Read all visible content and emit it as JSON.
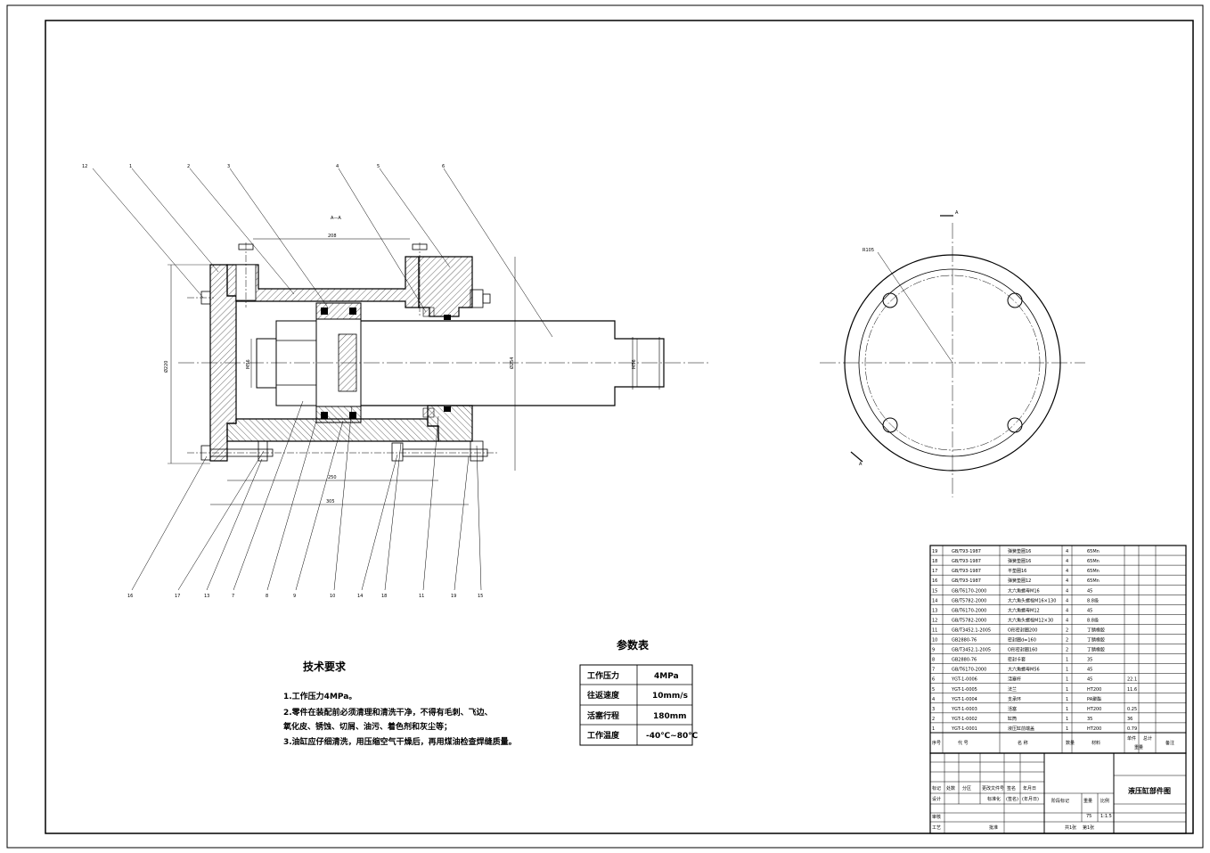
{
  "section_label": "A—A",
  "section_marker": "A",
  "dims": {
    "d208": "208",
    "d250": "250",
    "d305": "305",
    "d220": "Ø220",
    "d254": "Ø254",
    "m56": "M56",
    "m56b": "M56",
    "r105": "R105"
  },
  "balloons": [
    "12",
    "1",
    "2",
    "3",
    "4",
    "5",
    "6",
    "16",
    "17",
    "13",
    "7",
    "8",
    "9",
    "10",
    "14",
    "18",
    "11",
    "19",
    "15"
  ],
  "tech_requirements": {
    "title": "技术要求",
    "lines": [
      "1.工作压力4MPa。",
      "2.零件在装配前必须清理和清洗干净，不得有毛刺、飞边、",
      "   氧化皮、锈蚀、切屑、油污、着色剂和灰尘等；",
      "3.油缸应仔细清洗，用压缩空气干燥后，再用煤油检查焊缝质量。"
    ]
  },
  "param_table": {
    "title": "参数表",
    "rows": [
      [
        "工作压力",
        "4MPa"
      ],
      [
        "往返速度",
        "10mm/s"
      ],
      [
        "活塞行程",
        "180mm"
      ],
      [
        "工作温度",
        "-40℃~80℃"
      ]
    ]
  },
  "bom": {
    "rows": [
      [
        "19",
        "GB/T93-1987",
        "弹簧垫圈16",
        "4",
        "65Mn",
        "",
        ""
      ],
      [
        "18",
        "GB/T93-1987",
        "弹簧垫圈16",
        "4",
        "65Mn",
        "",
        ""
      ],
      [
        "17",
        "GB/T93-1987",
        "平垫圈16",
        "4",
        "65Mn",
        "",
        ""
      ],
      [
        "16",
        "GB/T93-1987",
        "弹簧垫圈12",
        "4",
        "65Mn",
        "",
        ""
      ],
      [
        "15",
        "GB/T6170-2000",
        "大六角螺母M16",
        "4",
        "45",
        "",
        ""
      ],
      [
        "14",
        "GB/T5782-2000",
        "大六角头螺栓M16×130",
        "4",
        "8.8级",
        "",
        ""
      ],
      [
        "13",
        "GB/T6170-2000",
        "大六角螺母M12",
        "4",
        "45",
        "",
        ""
      ],
      [
        "12",
        "GB/T5782-2000",
        "大六角头螺栓M12×30",
        "4",
        "8.8级",
        "",
        ""
      ],
      [
        "11",
        "GB/T3452.1-2005",
        "O形密封圈200",
        "2",
        "丁腈橡胶",
        "",
        ""
      ],
      [
        "10",
        "GB2880-76",
        "密封圈d=160",
        "2",
        "丁腈橡胶",
        "",
        ""
      ],
      [
        "9",
        "GB/T3452.1-2005",
        "O形密封圈160",
        "2",
        "丁腈橡胶",
        "",
        ""
      ],
      [
        "8",
        "GB2880-76",
        "密封卡套",
        "1",
        "35",
        "",
        ""
      ],
      [
        "7",
        "GB/T6170-2000",
        "大六角螺母M56",
        "1",
        "45",
        "",
        ""
      ],
      [
        "6",
        "YGT-1-0006",
        "活塞杆",
        "1",
        "45",
        "22.1",
        ""
      ],
      [
        "5",
        "YGT-1-0005",
        "法兰",
        "1",
        "HT200",
        "11.6",
        ""
      ],
      [
        "4",
        "YGT-1-0004",
        "支承环",
        "1",
        "PA聚酯",
        "",
        ""
      ],
      [
        "3",
        "YGT-1-0003",
        "活塞",
        "1",
        "HT200",
        "0.25",
        ""
      ],
      [
        "2",
        "YGT-1-0002",
        "缸筒",
        "1",
        "35",
        "36",
        ""
      ],
      [
        "1",
        "YGT-1-0001",
        "液压缸前端盖",
        "1",
        "HT200",
        "0.79",
        ""
      ]
    ],
    "header": [
      "序号",
      "代 号",
      "名 称",
      "数量",
      "材料",
      "单件",
      "总计",
      "备注"
    ],
    "header_sub": "重量"
  },
  "title_block": {
    "drawing_name": "液压缸部件图",
    "row1": [
      "标记",
      "处数",
      "分区",
      "更改文件号",
      "签名",
      "年月日"
    ],
    "row2": [
      "设计",
      "",
      "",
      "标准化",
      "(签名)",
      "(年月日)"
    ],
    "stage_label": "阶段标记",
    "weight_label": "重量",
    "scale_label": "比例",
    "weight": "75",
    "scale": "1:1.5",
    "review": "审核",
    "craft": "工艺",
    "approve": "批准",
    "sheets_total": "共1张",
    "sheet_no": "第1张"
  }
}
